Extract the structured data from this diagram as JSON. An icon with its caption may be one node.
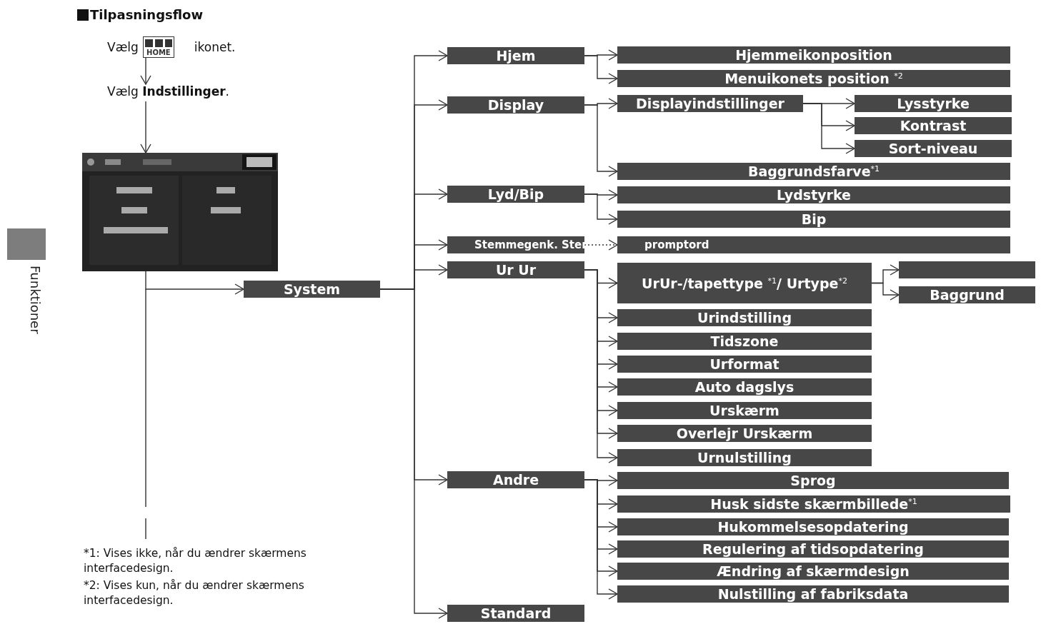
{
  "diagram": {
    "title": "Tilpasningsflow",
    "nodes": [
      {
        "text": [
          "Vælg",
          "HOME",
          "ikonet."
        ]
      },
      {
        "text": [
          "Vælg **Indstillinger**."
        ]
      },
      {
        "text": [],
        "shape": "picture"
      },
      {
        "text": [
          "System"
        ]
      },
      {
        "text": [
          "Hjem"
        ]
      },
      {
        "text": [
          "Hjemmeikonposition"
        ]
      },
      {
        "text": [
          "Menuikonets position $^{*2}$"
        ]
      },
      {
        "text": [
          "Display"
        ]
      },
      {
        "text": [
          "Displayindstillinger"
        ]
      },
      {
        "text": [
          "Lysstyrke"
        ]
      },
      {
        "text": [
          "Kontrast"
        ]
      },
      {
        "text": [
          "Sort-niveau"
        ]
      },
      {
        "text": [
          "Baggrundsfarve$^{*1}$"
        ]
      },
      {
        "text": [
          "Lyd/Bip"
        ]
      },
      {
        "text": [
          "Lydstyrke"
        ]
      },
      {
        "text": [
          "Bip"
        ]
      },
      {
        "text": [
          "Stemmegenk. Ster"
        ]
      },
      {
        "text": [
          "promptord"
        ]
      },
      {
        "text": [
          "Ur Ur"
        ]
      },
      {
        "text": [
          "UrUr-/tapettype $^{*1}$/ Urtype$^{*2}$"
        ]
      },
      {
        "text": [],
        "shape": "box"
      },
      {
        "text": [
          "Baggrund"
        ]
      },
      {
        "text": [
          "Urindstilling"
        ]
      },
      {
        "text": [
          "Tidszone"
        ]
      },
      {
        "text": [
          "Urformat"
        ]
      },
      {
        "text": [
          "Auto dagslys"
        ]
      },
      {
        "text": [
          "Urskærm"
        ]
      },
      {
        "text": [
          "Overlejr Urskærm"
        ]
      },
      {
        "text": [
          "Urnulstilling"
        ]
      },
      {
        "text": [
          "Andre"
        ]
      },
      {
        "text": [
          "Sprog"
        ]
      },
      {
        "text": [
          "Husk sidste skærmbillede$^{*1}$"
        ]
      },
      {
        "text": [
          "Hukommelsesopdatering"
        ]
      },
      {
        "text": [
          "Regulering af tidsopdatering"
        ]
      },
      {
        "text": [
          "Ændring af skærmdesign"
        ]
      },
      {
        "text": [
          "Nulstilling af fabriksdata"
        ]
      },
      {
        "text": [
          "Standard"
        ]
      }
    ],
    "edges": [
      {
        "from": 0,
        "to": 1,
        "arrow": "to"
      },
      {
        "from": 1,
        "to": 2,
        "arrow": "to"
      },
      {
        "from": 2,
        "to": 3,
        "arrow": "to"
      },
      {
        "from": 3,
        "to": 4,
        "arrow": "to"
      },
      {
        "from": 3,
        "to": 7,
        "arrow": "to"
      },
      {
        "from": 3,
        "to": 13,
        "arrow": "to"
      },
      {
        "from": 3,
        "to": 16,
        "arrow": "to"
      },
      {
        "from": 3,
        "to": 18,
        "arrow": "to"
      },
      {
        "from": 3,
        "to": 29,
        "arrow": "to"
      },
      {
        "from": 3,
        "to": 36,
        "arrow": "to"
      },
      {
        "from": 4,
        "to": 5,
        "arrow": "to"
      },
      {
        "from": 4,
        "to": 6,
        "arrow": "to"
      },
      {
        "from": 7,
        "to": 8,
        "arrow": "to"
      },
      {
        "from": 7,
        "to": 12,
        "arrow": "to"
      },
      {
        "from": 8,
        "to": 9,
        "arrow": "to"
      },
      {
        "from": 8,
        "to": 10,
        "arrow": "to"
      },
      {
        "from": 8,
        "to": 11,
        "arrow": "to"
      },
      {
        "from": 13,
        "to": 14,
        "arrow": "to"
      },
      {
        "from": 13,
        "to": 15,
        "arrow": "to"
      },
      {
        "from": 16,
        "to": 17,
        "arrow": "to",
        "style": "dashed"
      },
      {
        "from": 18,
        "to": 19,
        "arrow": "to"
      },
      {
        "from": 18,
        "to": 22,
        "arrow": "to"
      },
      {
        "from": 18,
        "to": 23,
        "arrow": "to"
      },
      {
        "from": 18,
        "to": 24,
        "arrow": "to"
      },
      {
        "from": 18,
        "to": 25,
        "arrow": "to"
      },
      {
        "from": 18,
        "to": 26,
        "arrow": "to"
      },
      {
        "from": 18,
        "to": 27,
        "arrow": "to"
      },
      {
        "from": 18,
        "to": 28,
        "arrow": "to"
      },
      {
        "from": 19,
        "to": 20,
        "arrow": "to"
      },
      {
        "from": 19,
        "to": 21,
        "arrow": "to"
      },
      {
        "from": 29,
        "to": 30,
        "arrow": "to"
      },
      {
        "from": 29,
        "to": 31,
        "arrow": "to"
      },
      {
        "from": 29,
        "to": 32,
        "arrow": "to"
      },
      {
        "from": 29,
        "to": 33,
        "arrow": "to"
      },
      {
        "from": 29,
        "to": 34,
        "arrow": "to"
      },
      {
        "from": 29,
        "to": 35,
        "arrow": "to"
      }
    ],
    "labels": [
      "Funktioner",
      "*1: Vises ikke, når du ændrer skærmens interfacedesign.",
      "*2: Vises kun, når du ændrer skærmens interfacedesign."
    ]
  }
}
